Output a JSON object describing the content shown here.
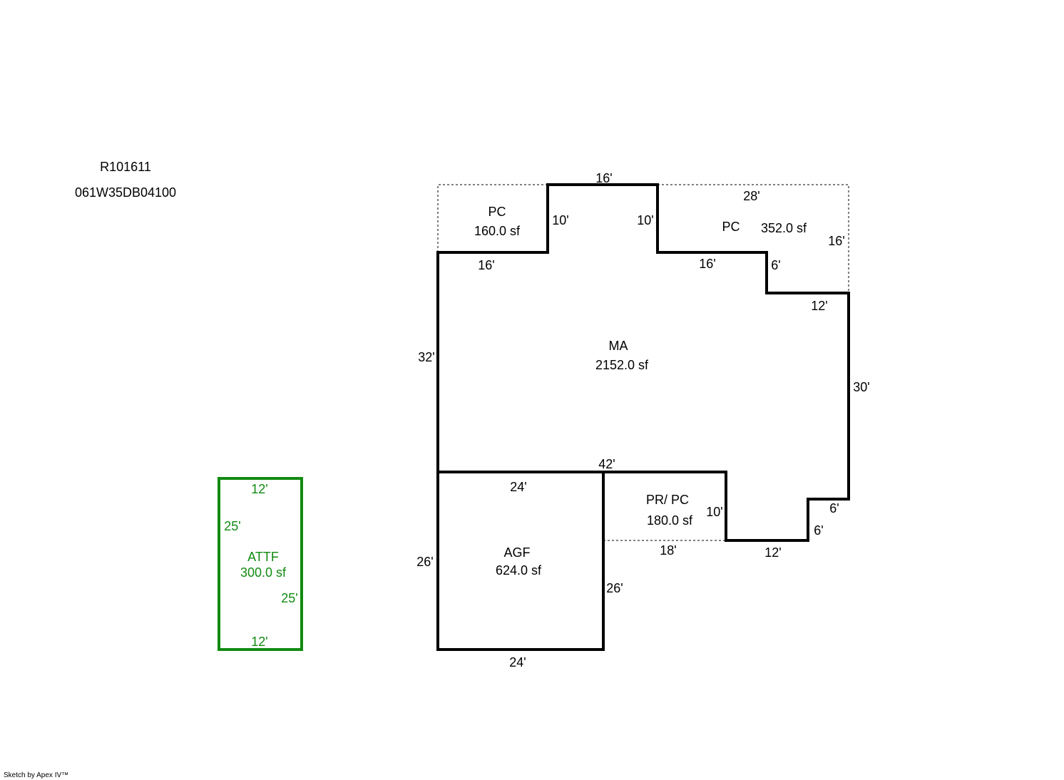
{
  "header": {
    "parcel_id": "R101611",
    "map_number": "061W35DB04100"
  },
  "colors": {
    "wall": "#000000",
    "detached": "#118a11"
  },
  "areas": {
    "pc_left": {
      "code": "PC",
      "area": "160.0 sf"
    },
    "pc_right": {
      "code": "PC",
      "area": "352.0 sf"
    },
    "ma": {
      "code": "MA",
      "area": "2152.0 sf"
    },
    "pr_pc": {
      "code": "PR/ PC",
      "area": "180.0 sf"
    },
    "agf": {
      "code": "AGF",
      "area": "624.0 sf"
    },
    "attf": {
      "code": "ATTF",
      "area": "300.0 sf"
    }
  },
  "dimensions": {
    "top_16": "16'",
    "pc_left_10": "10'",
    "pc_mid_10": "10'",
    "top_28": "28'",
    "right_16": "16'",
    "left_16": "16'",
    "mid_16": "16'",
    "step_6": "6'",
    "step_12": "12'",
    "left_32": "32'",
    "right_30": "30'",
    "mid_42": "42'",
    "agf_top_24": "24'",
    "pr_10": "10'",
    "notch_6a": "6'",
    "notch_6b": "6'",
    "pr_18": "18'",
    "bottom_12": "12'",
    "left_26": "26'",
    "agf_right_26": "26'",
    "agf_bottom_24": "24'",
    "attf_top_12": "12'",
    "attf_left_25": "25'",
    "attf_right_25": "25'",
    "attf_bottom_12": "12'"
  },
  "footer": {
    "credit": "Sketch by Apex IV™"
  }
}
